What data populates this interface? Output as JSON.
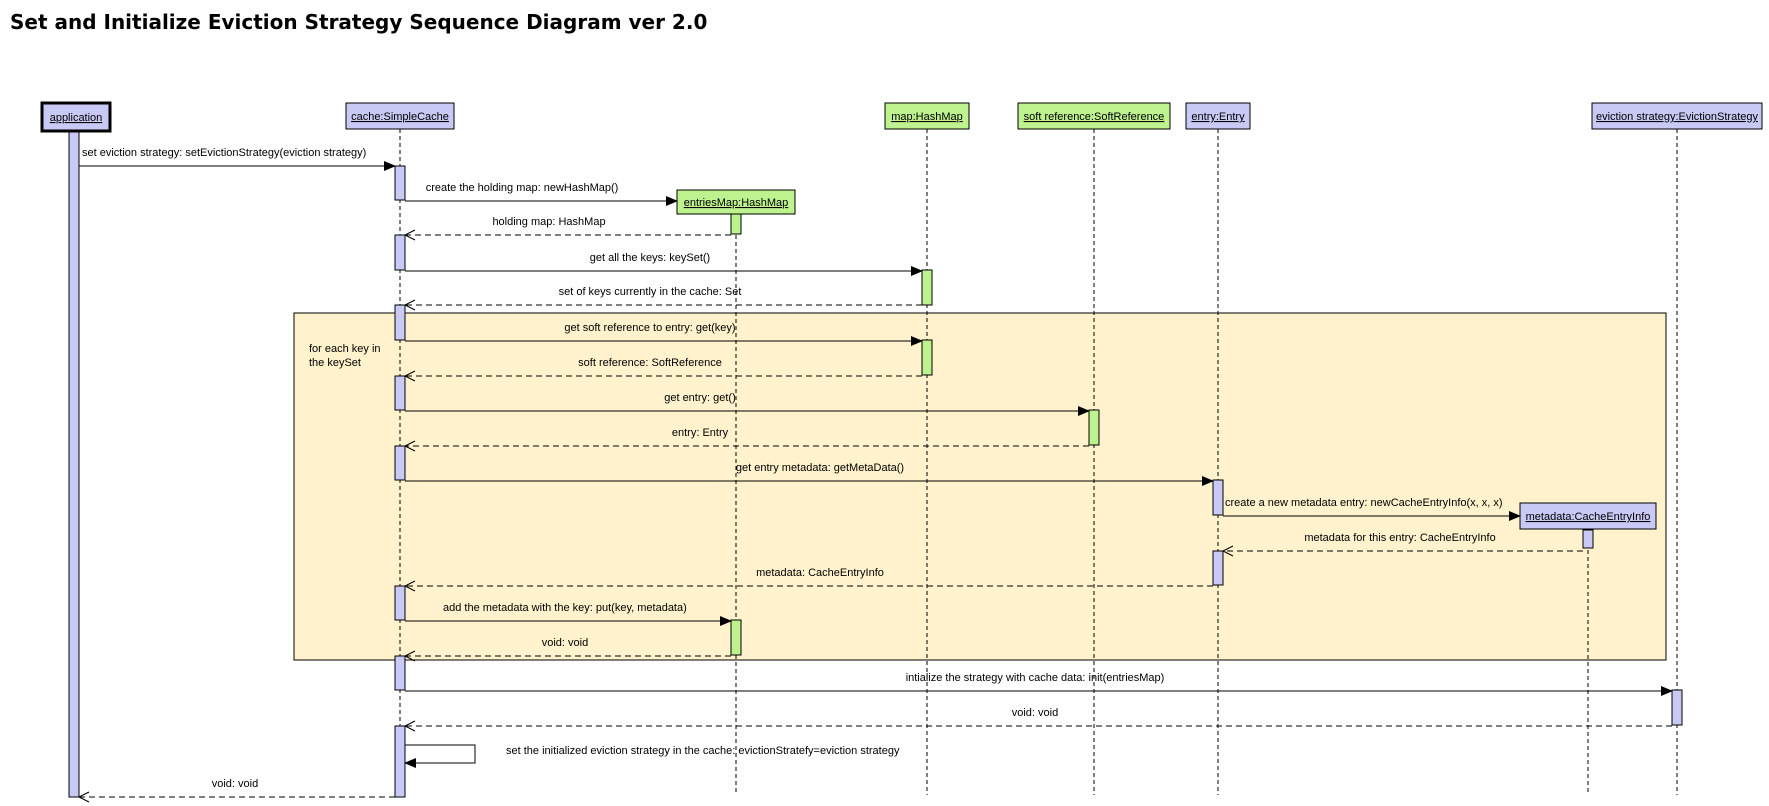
{
  "title": "Set and Initialize Eviction Strategy Sequence Diagram ver 2.0",
  "colors": {
    "actor_fill": "#c9c9f5",
    "collab_fill": "#bdf28f",
    "activation_blue": "#c9c9f5",
    "activation_green": "#bdf28f",
    "fragment_fill": "#fff2cc"
  },
  "lifelines": [
    {
      "id": "application",
      "label": "application",
      "color": "blue"
    },
    {
      "id": "cache",
      "label": "cache:SimpleCache",
      "color": "blue"
    },
    {
      "id": "entriesMap",
      "label": "entriesMap:HashMap",
      "color": "green"
    },
    {
      "id": "map",
      "label": "map:HashMap",
      "color": "green"
    },
    {
      "id": "softref",
      "label": "soft reference:SoftReference",
      "color": "green"
    },
    {
      "id": "entry",
      "label": "entry:Entry",
      "color": "blue"
    },
    {
      "id": "metadata",
      "label": "metadata:CacheEntryInfo",
      "color": "blue"
    },
    {
      "id": "eviction",
      "label": "eviction strategy:EvictionStrategy",
      "color": "blue"
    }
  ],
  "fragment": {
    "label_line1": "for each key in",
    "label_line2": "the keySet"
  },
  "messages": [
    {
      "text": "set eviction strategy: setEvictionStrategy(eviction strategy)",
      "from": "application",
      "to": "cache",
      "type": "call"
    },
    {
      "text": "create the holding map: newHashMap()",
      "from": "cache",
      "to": "entriesMap",
      "type": "create"
    },
    {
      "text": "holding map: HashMap",
      "from": "entriesMap",
      "to": "cache",
      "type": "return"
    },
    {
      "text": "get all the keys: keySet()",
      "from": "cache",
      "to": "map",
      "type": "call"
    },
    {
      "text": "set of keys currently in the cache: Set",
      "from": "map",
      "to": "cache",
      "type": "return"
    },
    {
      "text": "get soft reference to entry: get(key)",
      "from": "cache",
      "to": "map",
      "type": "call"
    },
    {
      "text": "soft reference: SoftReference",
      "from": "map",
      "to": "cache",
      "type": "return"
    },
    {
      "text": "get entry: get()",
      "from": "cache",
      "to": "softref",
      "type": "call"
    },
    {
      "text": "entry: Entry",
      "from": "softref",
      "to": "cache",
      "type": "return"
    },
    {
      "text": "get entry metadata: getMetaData()",
      "from": "cache",
      "to": "entry",
      "type": "call"
    },
    {
      "text": "create a new metadata entry: newCacheEntryInfo(x, x, x)",
      "from": "entry",
      "to": "metadata",
      "type": "create"
    },
    {
      "text": "metadata for this entry: CacheEntryInfo",
      "from": "metadata",
      "to": "entry",
      "type": "return"
    },
    {
      "text": "metadata: CacheEntryInfo",
      "from": "entry",
      "to": "cache",
      "type": "return"
    },
    {
      "text": "add the metadata with the key: put(key, metadata)",
      "from": "cache",
      "to": "entriesMap",
      "type": "call"
    },
    {
      "text": "void: void",
      "from": "entriesMap",
      "to": "cache",
      "type": "return"
    },
    {
      "text": "intialize the strategy with cache data: init(entriesMap)",
      "from": "cache",
      "to": "eviction",
      "type": "call"
    },
    {
      "text": "void: void",
      "from": "eviction",
      "to": "cache",
      "type": "return"
    },
    {
      "text": "set the initialized eviction strategy in the cache: evictionStratefy=eviction strategy",
      "from": "cache",
      "to": "cache",
      "type": "self"
    },
    {
      "text": "void: void",
      "from": "cache",
      "to": "application",
      "type": "return"
    }
  ]
}
